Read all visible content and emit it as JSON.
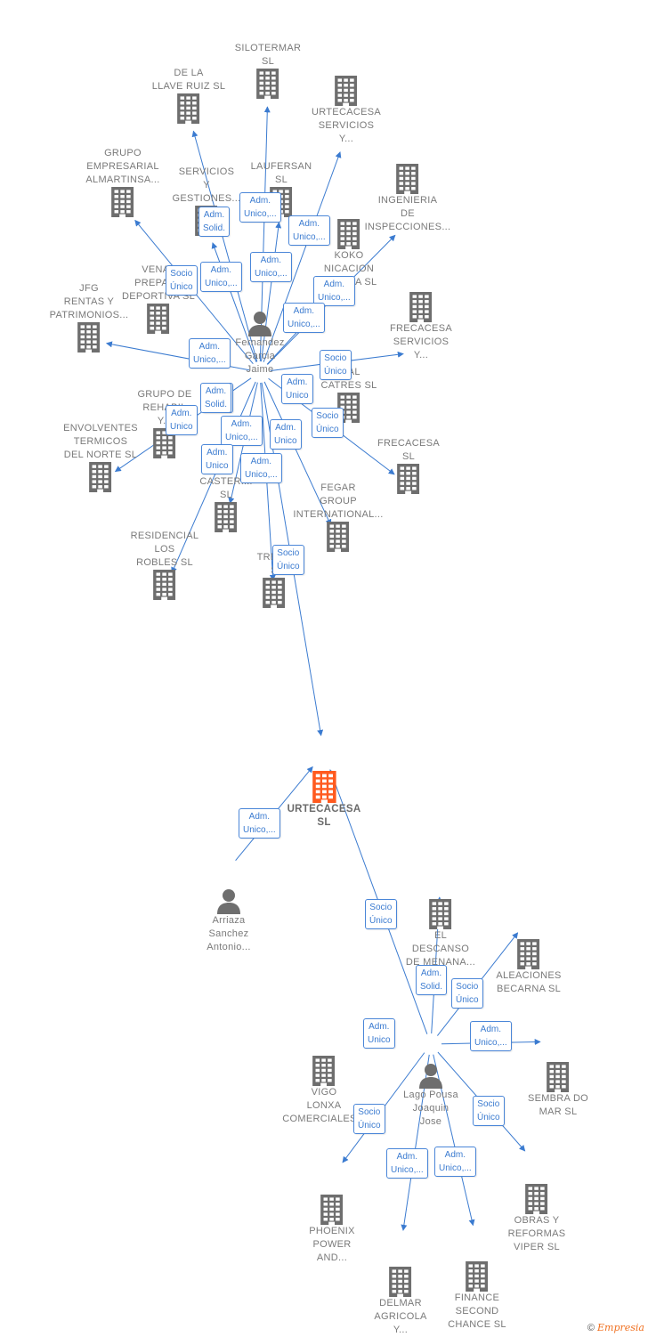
{
  "colors": {
    "edge": "#3b7bd0",
    "building": "#6e6e6e",
    "focus": "#ff5a1f",
    "person": "#6e6e6e"
  },
  "nodes": [
    {
      "id": "silotermar",
      "type": "building",
      "label": "SILOTERMAR\nSL"
    },
    {
      "id": "llave",
      "type": "building",
      "label": "DE LA\nLLAVE RUIZ SL"
    },
    {
      "id": "urtecacesa_serv",
      "type": "building",
      "label": "URTECACESA\nSERVICIOS\nY..."
    },
    {
      "id": "grupo_emp",
      "type": "building",
      "label": "GRUPO\nEMPRESARIAL\nALMARTINSA..."
    },
    {
      "id": "servicios",
      "type": "building",
      "label": "SERVICIOS\nY\nGESTIONES..."
    },
    {
      "id": "laufersan",
      "type": "building",
      "label": "LAUFERSAN\nSL"
    },
    {
      "id": "ingenieria",
      "type": "building",
      "label": "INGENIERIA\nDE\nINSPECCIONES..."
    },
    {
      "id": "koko",
      "type": "building",
      "label": "KOKO\nNICACION\nIBERICA SL"
    },
    {
      "id": "venal",
      "type": "building",
      "label": "VENAL\nPREPARA\nDEPORTIVA SL"
    },
    {
      "id": "jfg",
      "type": "building",
      "label": "JFG\nRENTAS Y\nPATRIMONIOS..."
    },
    {
      "id": "frecacesa_serv",
      "type": "building",
      "label": "FRECACESA\nSERVICIOS\nY..."
    },
    {
      "id": "fernandez",
      "type": "person",
      "label": "Fernandez\nGarcia\nJaime"
    },
    {
      "id": "grupo_rehab",
      "type": "building",
      "label": "GRUPO DE\nREHABIL\nY..."
    },
    {
      "id": "catres",
      "type": "building",
      "label": "CIAL\nCATRES SL"
    },
    {
      "id": "envolventes",
      "type": "building",
      "label": "ENVOLVENTES\nTERMICOS\nDEL NORTE SL"
    },
    {
      "id": "frecacesa",
      "type": "building",
      "label": "FRECACESA\nSL"
    },
    {
      "id": "casterim",
      "type": "building",
      "label": "CASTERIM\nSL"
    },
    {
      "id": "fegar",
      "type": "building",
      "label": "FEGAR\nGROUP\nINTERNATIONAL..."
    },
    {
      "id": "residencial",
      "type": "building",
      "label": "RESIDENCIAL\nLOS\nROBLES SL"
    },
    {
      "id": "trepr",
      "type": "building",
      "label": "TREPR\nS"
    },
    {
      "id": "urtecacesa",
      "type": "focus",
      "label": "URTECACESA\nSL"
    },
    {
      "id": "arriaza",
      "type": "person",
      "label": "Arriaza\nSanchez\nAntonio..."
    },
    {
      "id": "descanso",
      "type": "building",
      "label": "EL\nDESCANSO\nDE MENANA..."
    },
    {
      "id": "aleaciones",
      "type": "building",
      "label": "ALEACIONES\nBECARNA SL"
    },
    {
      "id": "vigo",
      "type": "building",
      "label": "VIGO\nLONXA\nCOMERCIALES..."
    },
    {
      "id": "lago",
      "type": "person",
      "label": "Lago Pousa\nJoaquin\nJose"
    },
    {
      "id": "sembra",
      "type": "building",
      "label": "SEMBRA DO\nMAR SL"
    },
    {
      "id": "phoenix",
      "type": "building",
      "label": "PHOENIX\nPOWER\nAND..."
    },
    {
      "id": "obras",
      "type": "building",
      "label": "OBRAS Y\nREFORMAS\nVIPER SL"
    },
    {
      "id": "delmar",
      "type": "building",
      "label": "DELMAR\nAGRICOLA\nY..."
    },
    {
      "id": "finance",
      "type": "building",
      "label": "FINANCE\nSECOND\nCHANCE SL"
    }
  ],
  "edges": [
    {
      "from": "fernandez",
      "to": "silotermar"
    },
    {
      "from": "fernandez",
      "to": "llave"
    },
    {
      "from": "fernandez",
      "to": "urtecacesa_serv"
    },
    {
      "from": "fernandez",
      "to": "grupo_emp"
    },
    {
      "from": "fernandez",
      "to": "servicios"
    },
    {
      "from": "fernandez",
      "to": "laufersan"
    },
    {
      "from": "fernandez",
      "to": "koko"
    },
    {
      "from": "fernandez",
      "to": "ingenieria"
    },
    {
      "from": "fernandez",
      "to": "jfg"
    },
    {
      "from": "fernandez",
      "to": "frecacesa_serv"
    },
    {
      "from": "fernandez",
      "to": "envolventes"
    },
    {
      "from": "fernandez",
      "to": "frecacesa"
    },
    {
      "from": "fernandez",
      "to": "residencial"
    },
    {
      "from": "fernandez",
      "to": "fegar"
    },
    {
      "from": "fernandez",
      "to": "casterim"
    },
    {
      "from": "fernandez",
      "to": "trepr"
    },
    {
      "from": "fernandez",
      "to": "urtecacesa"
    },
    {
      "from": "arriaza",
      "to": "urtecacesa"
    },
    {
      "from": "lago",
      "to": "urtecacesa"
    },
    {
      "from": "lago",
      "to": "descanso"
    },
    {
      "from": "lago",
      "to": "aleaciones"
    },
    {
      "from": "lago",
      "to": "sembra"
    },
    {
      "from": "lago",
      "to": "obras"
    },
    {
      "from": "lago",
      "to": "phoenix"
    },
    {
      "from": "lago",
      "to": "delmar"
    },
    {
      "from": "lago",
      "to": "finance"
    }
  ],
  "badges": [
    "Adm.\nSolid.",
    "Adm.\nUnico,...",
    "Adm.\nUnico,...",
    "Socio\nÚnico",
    "Adm.\nUnico,...",
    "Adm.\nUnico,...",
    "Adm.\nUnico,...",
    "Adm.\nUnico,...",
    "Adm.\nSolid.",
    "Adm.\nUnico,...",
    "Socio\nÚnico",
    "Adm.\nUnico",
    "Adm.\nSolid.",
    "Adm.\nUnico",
    "Socio\nÚnico",
    "Adm.\nUnico,...",
    "Adm.\nUnico",
    "Adm.\nUnico",
    "Adm.\nUnico,...",
    "Socio\nÚnico",
    "Adm.\nUnico,...",
    "Socio\nÚnico",
    "Adm.\nSolid.",
    "Socio\nÚnico",
    "Adm.\nUnico",
    "Adm.\nUnico,...",
    "Socio\nÚnico",
    "Socio\nÚnico",
    "Adm.\nUnico,...",
    "Adm.\nUnico,..."
  ],
  "footer": {
    "copyright": "©",
    "brand": "Empresia"
  }
}
